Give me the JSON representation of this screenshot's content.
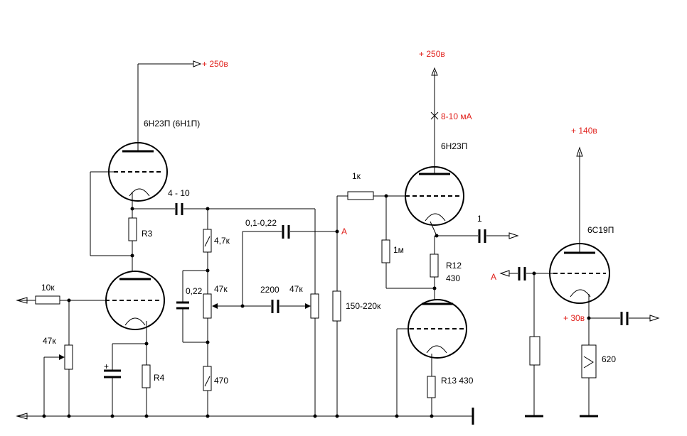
{
  "labels": {
    "v1_plus": "+ 250в",
    "v1_tube": "6Н23П (6Н1П)",
    "r3": "R3",
    "r4": "R4",
    "c_4_10": "4 - 10",
    "r_4_7k": "4,7к",
    "c_0_22": "0,22",
    "pot_47k_a": "47к",
    "c_0_1": "0,1-0,22",
    "c_2200": "2200",
    "pot_47k_b": "47к",
    "r_150_220k": "150-220к",
    "r_470": "470",
    "in_10k": "10к",
    "pot_47k_in": "47к",
    "node_a1": "А",
    "v2_plus": "+ 250в",
    "current": "8-10 мА",
    "v2_tube": "6Н23П",
    "r_1k": "1к",
    "r_1m": "1м",
    "r12": "R12",
    "r12_val": "430",
    "r13": "R13 430",
    "c_out1": "1",
    "v3_plus": "+ 140в",
    "v3_tube": "6С19П",
    "node_a2": "А",
    "v3_cathode": "+ 30в",
    "r_620": "620"
  },
  "colors": {
    "annotation": "#e0201b",
    "line": "#000000"
  }
}
